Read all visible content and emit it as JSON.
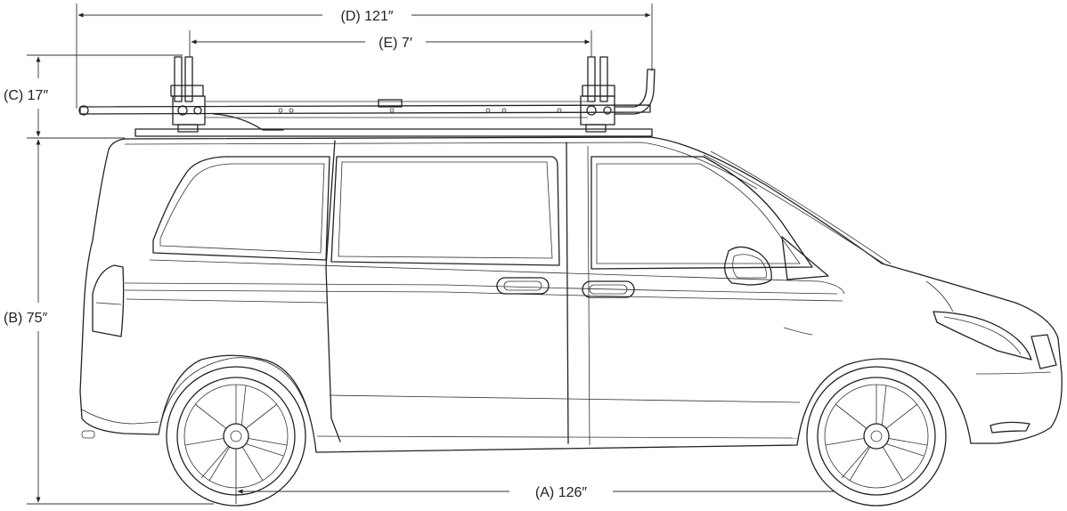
{
  "dimensions": {
    "a": "(A) 126″",
    "b": "(B) 75″",
    "c": "(C) 17″",
    "d": "(D) 121″",
    "e": "(E) 7′"
  },
  "colors": {
    "line": "#222222",
    "background": "#ffffff"
  }
}
